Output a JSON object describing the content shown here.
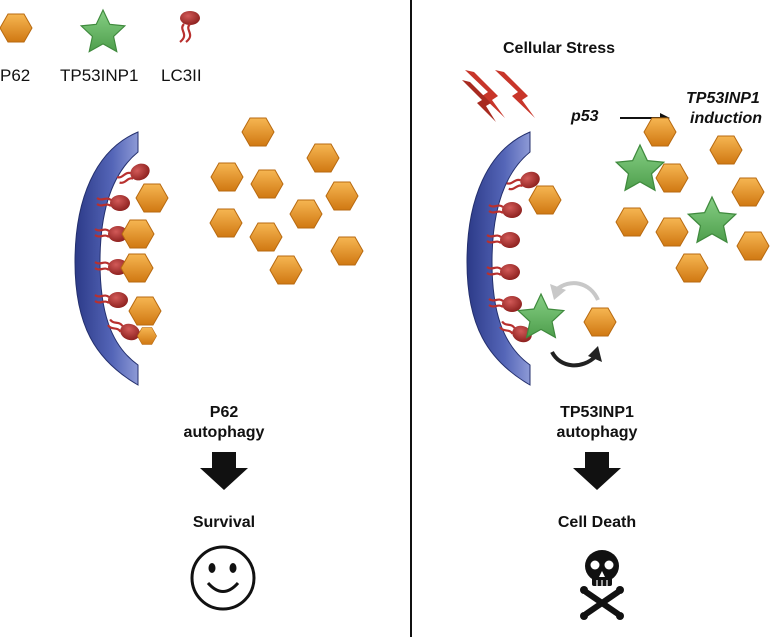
{
  "legend": [
    {
      "label": "P62",
      "icon": "p62-hexagon-icon"
    },
    {
      "label": "TP53INP1",
      "icon": "tp53inp1-star-icon"
    },
    {
      "label": "LC3II",
      "icon": "lc3ii-receptor-icon"
    }
  ],
  "left_panel": {
    "process_line1": "P62",
    "process_line2": "autophagy",
    "outcome": "Survival",
    "outcome_icon": "smiley-face-icon"
  },
  "right_panel": {
    "stress_label": "Cellular Stress",
    "p53_label": "p53",
    "induction_line1": "TP53INP1",
    "induction_line2": "induction",
    "process_line1": "TP53INP1",
    "process_line2": "autophagy",
    "outcome": "Cell Death",
    "outcome_icon": "skull-crossbones-icon"
  },
  "colors": {
    "p62": "#e8922a",
    "tp53inp1": "#6cb86a",
    "lc3ii": "#b8302e",
    "membrane": "#3e4fa0",
    "lightning": "#c8362a"
  }
}
